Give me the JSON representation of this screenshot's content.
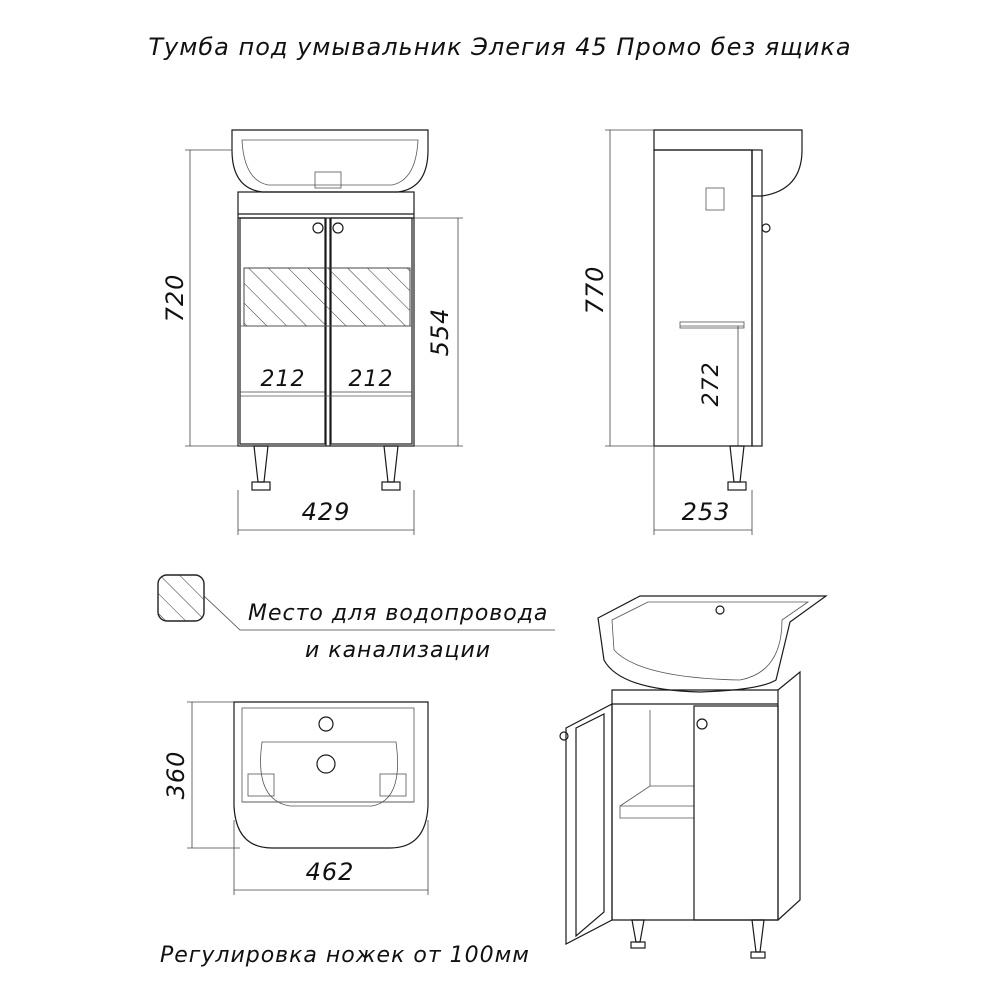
{
  "title": "Тумба под умывальник Элегия 45 Промо без ящика",
  "front_view": {
    "height": "720",
    "door_height": "554",
    "door_width_left": "212",
    "door_width_right": "212",
    "width": "429"
  },
  "side_view": {
    "height": "770",
    "shelf_height": "272",
    "depth": "253"
  },
  "legend": {
    "line1": "Место для водопровода",
    "line2": "и канализации"
  },
  "top_view": {
    "depth": "360",
    "width": "462"
  },
  "footer": "Регулировка ножек от 100мм"
}
